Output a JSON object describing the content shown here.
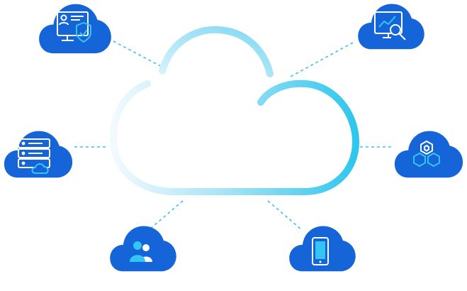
{
  "diagram": {
    "center": {
      "label": ""
    },
    "nodes": [
      {
        "id": "node-security-monitor",
        "icon": "monitor-shield-icon"
      },
      {
        "id": "node-analytics",
        "icon": "chart-magnifier-icon"
      },
      {
        "id": "node-server",
        "icon": "server-cloud-icon"
      },
      {
        "id": "node-hexagons",
        "icon": "hexagon-cluster-icon"
      },
      {
        "id": "node-users",
        "icon": "users-icon"
      },
      {
        "id": "node-mobile",
        "icon": "mobile-phone-icon"
      }
    ],
    "colors": {
      "node_fill": "#1565D8",
      "icon_white": "#ffffff",
      "icon_accent": "#34C6F2",
      "connector": "#3FC1E8",
      "cloud_gradient_start": "#EAF7FD",
      "cloud_gradient_end": "#32C8EE"
    }
  }
}
